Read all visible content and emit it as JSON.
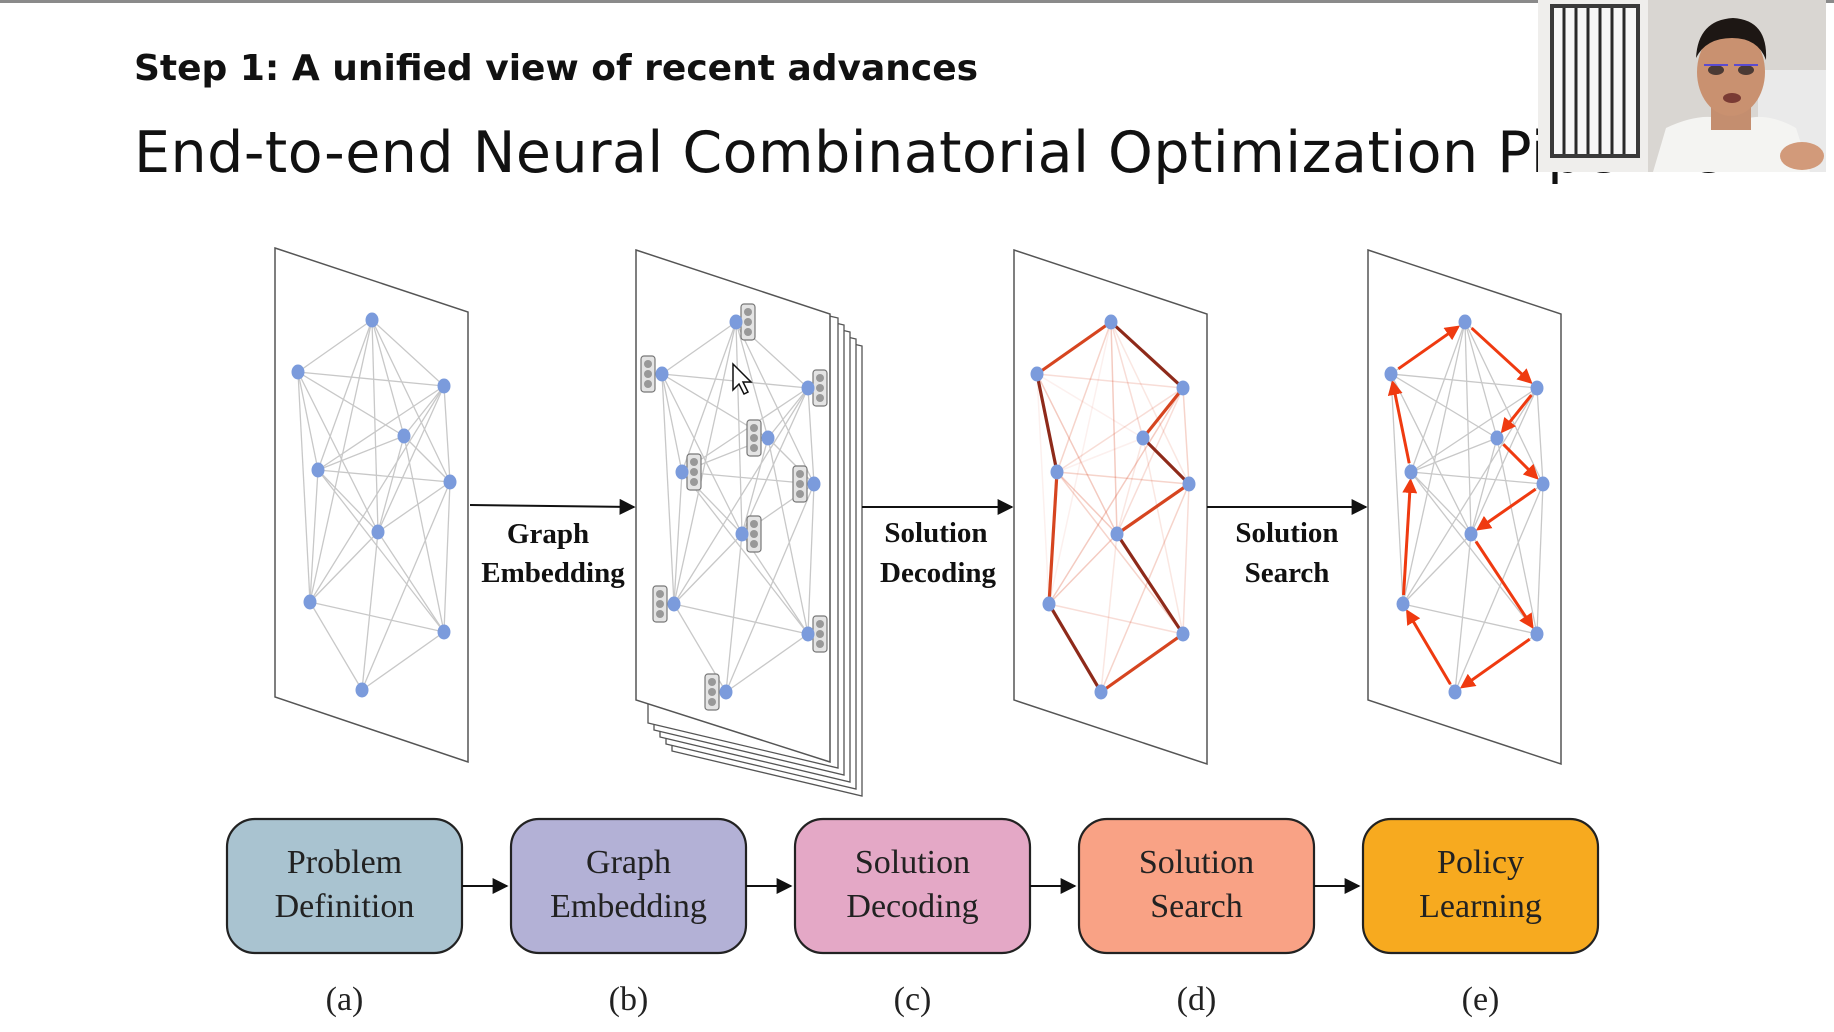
{
  "slide": {
    "subtitle": "Step 1: A unified view of recent advances",
    "title": "End-to-end Neural Combinatorial Optimization Pipeline"
  },
  "diagram": {
    "arrow_labels": [
      {
        "line1": "Graph",
        "line2": "Embedding"
      },
      {
        "line1": "Solution",
        "line2": "Decoding"
      },
      {
        "line1": "Solution",
        "line2": "Search"
      }
    ],
    "stages": [
      {
        "line1": "Problem",
        "line2": "Definition",
        "tag": "(a)",
        "color": "#a9c3d0"
      },
      {
        "line1": "Graph",
        "line2": "Embedding",
        "tag": "(b)",
        "color": "#b3b1d6"
      },
      {
        "line1": "Solution",
        "line2": "Decoding",
        "tag": "(c)",
        "color": "#e4a8c6"
      },
      {
        "line1": "Solution",
        "line2": "Search",
        "tag": "(d)",
        "color": "#f9a285"
      },
      {
        "line1": "Policy",
        "line2": "Learning",
        "tag": "(e)",
        "color": "#f7aa1f"
      }
    ],
    "colors": {
      "node": "#7b9bdc",
      "edge": "#c8c8c8",
      "solution_edge": "#d64520",
      "solution_edge_dark": "#8e2a1a",
      "search_arrow": "#ef3a10"
    }
  }
}
